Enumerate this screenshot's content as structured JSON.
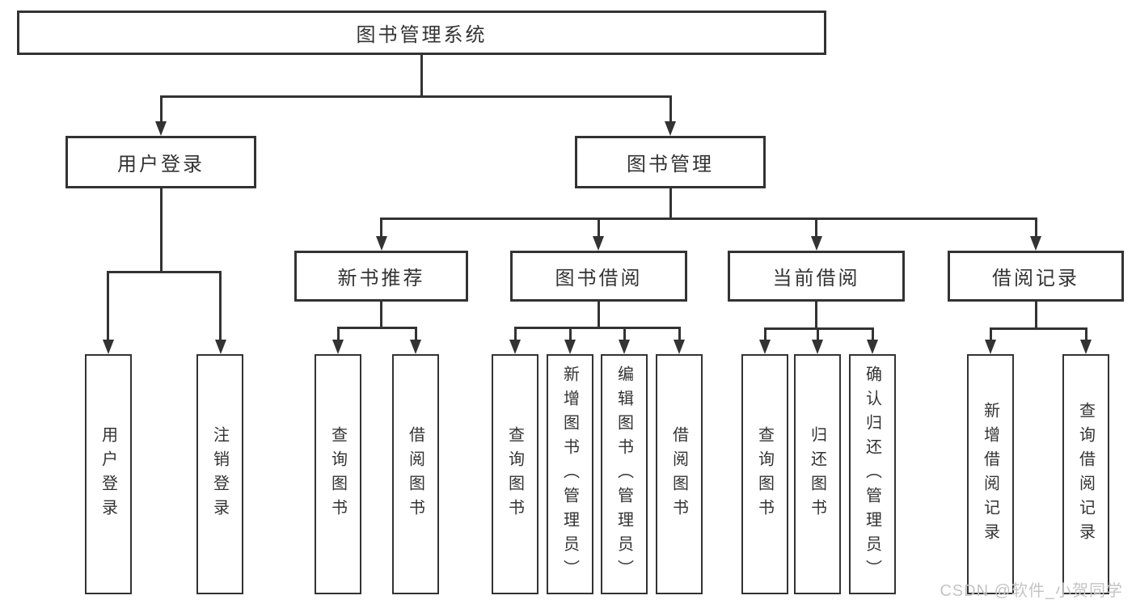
{
  "colors": {
    "line": "#333333",
    "box_border": "#333333",
    "text": "#333333",
    "background": "#ffffff",
    "watermark": "#c4c4c4"
  },
  "icons": {
    "arrow": "arrow-down"
  },
  "diagram": {
    "root": "图书管理系统",
    "level2": [
      "用户登录",
      "图书管理"
    ],
    "level3": [
      "新书推荐",
      "图书借阅",
      "当前借阅",
      "借阅记录"
    ],
    "leaves": {
      "user_login": [
        "用户登录",
        "注销登录"
      ],
      "new_book": [
        "查询图书",
        "借阅图书"
      ],
      "book_borrow": [
        "查询图书",
        "新增图书（管理员）",
        "编辑图书（管理员）",
        "借阅图书"
      ],
      "current_borrow": [
        "查询图书",
        "归还图书",
        "确认归还（管理员）"
      ],
      "borrow_record": [
        "新增借阅记录",
        "查询借阅记录"
      ]
    }
  },
  "watermark": "CSDN @软件_小贺同学"
}
